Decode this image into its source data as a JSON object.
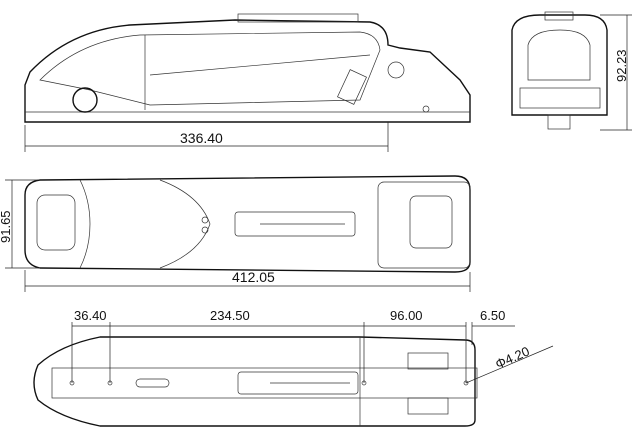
{
  "dimensions": {
    "side_length": "336.40",
    "side_height": "92.23",
    "top_width": "91.65",
    "top_length": "412.05",
    "hole_offset": "36.40",
    "hole_spacing": "234.50",
    "mount_length": "96.00",
    "end_offset": "6.50",
    "hole_diameter": "Φ4.20"
  },
  "colors": {
    "line": "#111111",
    "background": "#ffffff"
  }
}
